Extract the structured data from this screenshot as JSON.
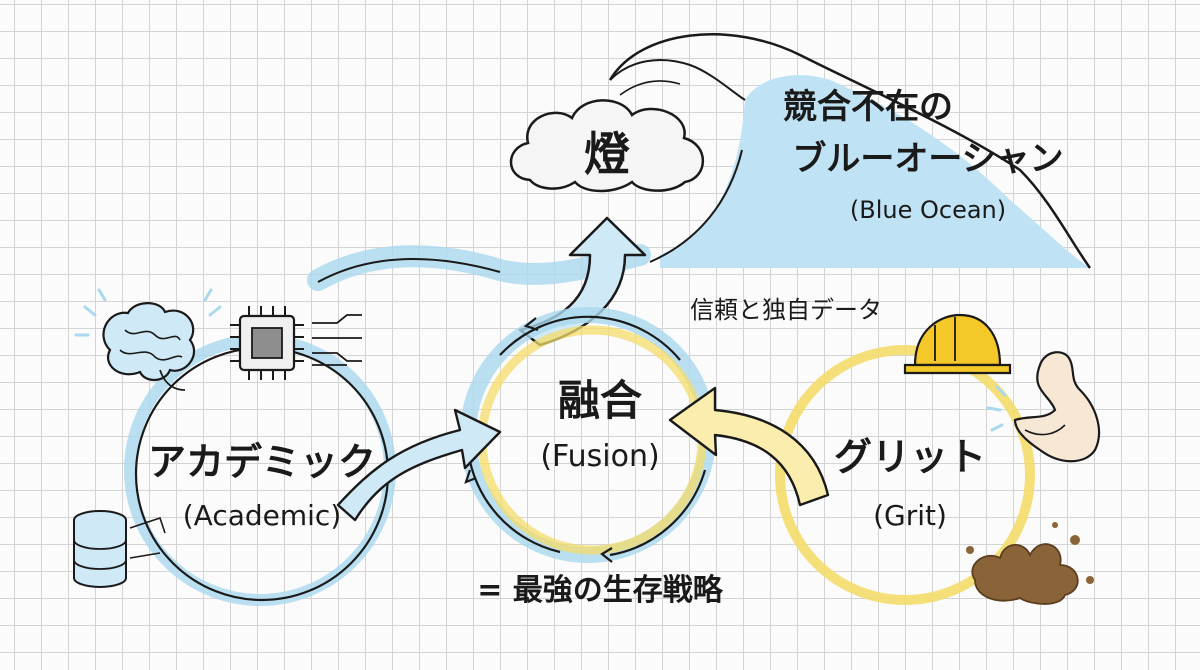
{
  "goal": {
    "label": "燈"
  },
  "blue_ocean": {
    "line1": "競合不在の",
    "line2": "ブルーオーシャン",
    "line3": "(Blue Ocean)"
  },
  "trust": {
    "label": "信頼と独自データ"
  },
  "academic": {
    "label": "アカデミック",
    "sublabel": "(Academic)"
  },
  "fusion": {
    "label": "融合",
    "sublabel": "(Fusion)"
  },
  "grit": {
    "label": "グリット",
    "sublabel": "(Grit)"
  },
  "strategy": {
    "label": "= 最強の生存戦略"
  },
  "icons": [
    "brain-icon",
    "chip-icon",
    "database-icon",
    "hard-hat-icon",
    "flexed-arm-icon",
    "mud-splash-icon"
  ],
  "colors": {
    "ink": "#1a1a1a",
    "blue": "#a9d8ef",
    "yellow": "#f4dc6a",
    "mud": "#8a6438"
  }
}
